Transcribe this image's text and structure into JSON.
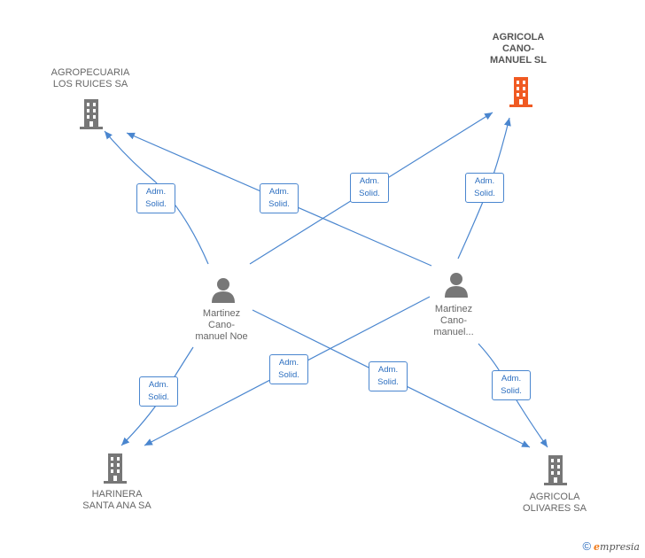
{
  "companies": {
    "agropecuaria": {
      "name_line1": "AGROPECUARIA",
      "name_line2": "LOS RUICES SA",
      "icon": "building-icon"
    },
    "agricola_cm": {
      "name_line1": "AGRICOLA",
      "name_line2": "CANO-",
      "name_line3": "MANUEL SL",
      "icon": "building-icon",
      "accent": "#f05a22"
    },
    "harinera": {
      "name_line1": "HARINERA",
      "name_line2": "SANTA ANA SA",
      "icon": "building-icon"
    },
    "olivares": {
      "name_line1": "AGRICOLA",
      "name_line2": "OLIVARES SA",
      "icon": "building-icon"
    }
  },
  "people": {
    "noe": {
      "line1": "Martinez",
      "line2": "Cano-",
      "line3": "manuel Noe",
      "icon": "person-icon"
    },
    "other": {
      "line1": "Martinez",
      "line2": "Cano-",
      "line3": "manuel...",
      "icon": "person-icon"
    }
  },
  "relation": {
    "line1": "Adm.",
    "line2": "Solid."
  },
  "colors": {
    "edge": "#4a86cf",
    "node": "#777777",
    "accent": "#f05a22"
  },
  "footer": {
    "copyright": "©",
    "brand_initial": "e",
    "brand_rest": "mpresia"
  }
}
